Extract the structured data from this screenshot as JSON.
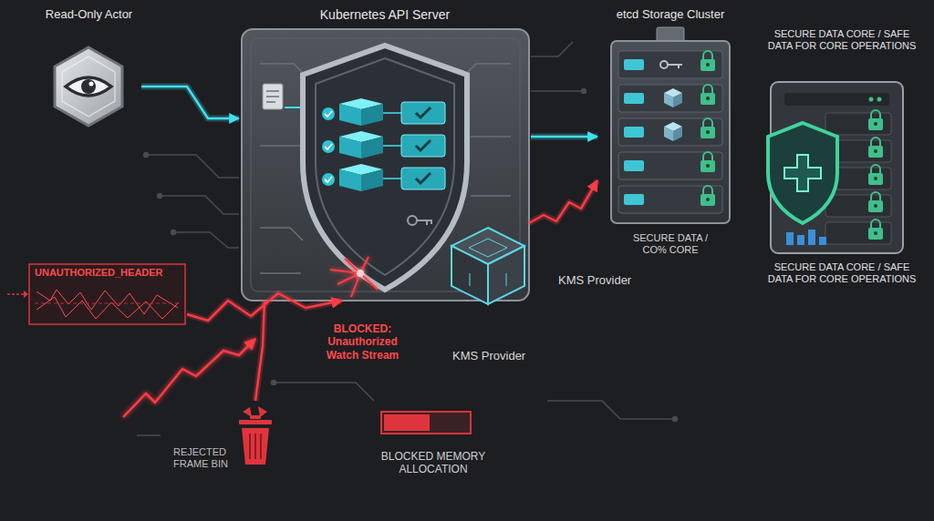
{
  "diagram": {
    "nodes": [
      {
        "text": [
          "Read-Only Actor"
        ]
      },
      {
        "text": [
          "Kubernetes API Server"
        ]
      },
      {
        "text": [
          "etcd Storage Cluster",
          "SECURE DATA / CO% CORE"
        ]
      },
      {
        "text": [
          "SECURE DATA CORE / SAFE DATA FOR CORE OPERATIONS",
          "SECURE DATA CORE / SAFE DATA FOR CORE OPERATIONS"
        ]
      },
      {
        "text": [
          "KMS Provider",
          "KMS Provider"
        ]
      },
      {
        "text": [
          "UNAUTHORIZED_HEADER"
        ]
      },
      {
        "text": [
          "REJECTED FRAME BIN"
        ]
      },
      {
        "text": [
          "BLOCKED MEMORY ALLOCATION"
        ]
      }
    ],
    "edges": [
      {
        "from": 0,
        "to": 1,
        "arrow": "to"
      },
      {
        "from": 1,
        "to": 2,
        "arrow": "to"
      },
      {
        "from": 4,
        "to": 2,
        "arrow": "to"
      },
      {
        "from": 5,
        "to": 1,
        "arrow": "to"
      },
      {
        "from": 1,
        "to": 6,
        "arrow": "none"
      }
    ],
    "labels": [
      "BLOCKED: Unauthorized Watch Stream"
    ]
  }
}
